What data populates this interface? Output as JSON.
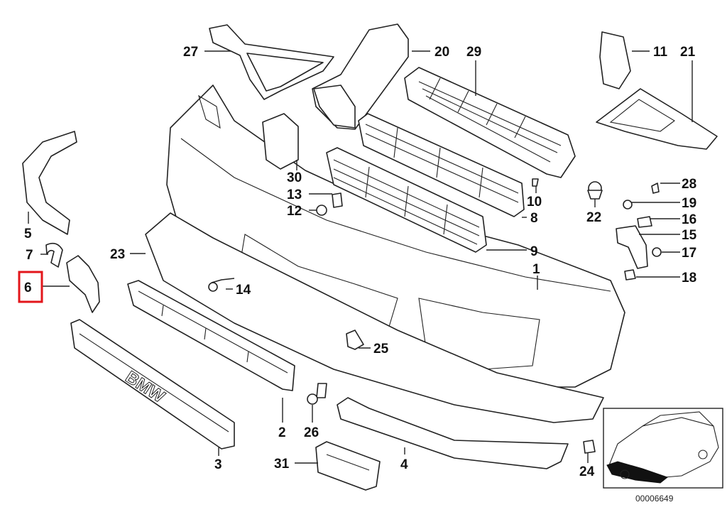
{
  "diagram": {
    "highlighted_label": "6",
    "highlight_color": "#e3161b",
    "reference_id": "00006649",
    "embossed_logo": "BMW",
    "labels": {
      "l1": "1",
      "l2": "2",
      "l3": "3",
      "l4": "4",
      "l5": "5",
      "l6": "6",
      "l7": "7",
      "l8": "8",
      "l9": "9",
      "l10": "10",
      "l11": "11",
      "l12": "12",
      "l13": "13",
      "l14": "14",
      "l15": "15",
      "l16": "16",
      "l17": "17",
      "l18": "18",
      "l19": "19",
      "l20": "20",
      "l21": "21",
      "l22": "22",
      "l23": "23",
      "l24": "24",
      "l25": "25",
      "l26": "26",
      "l27": "27",
      "l28": "28",
      "l29": "29",
      "l30": "30",
      "l31": "31"
    }
  }
}
